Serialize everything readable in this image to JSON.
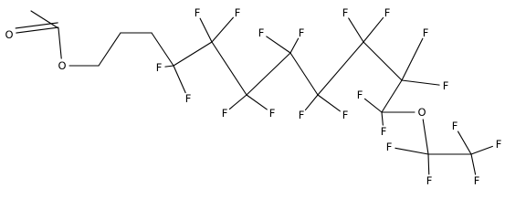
{
  "structure": {
    "kind": "skeletal-formula",
    "colors": {
      "bond": "#000000",
      "label": "#000000",
      "background": "#ffffff"
    },
    "atom_labels": {
      "carbonyl_oxygen": "O",
      "ester_oxygen": "O",
      "ether_oxygen": "O",
      "fluorine": "F"
    }
  }
}
